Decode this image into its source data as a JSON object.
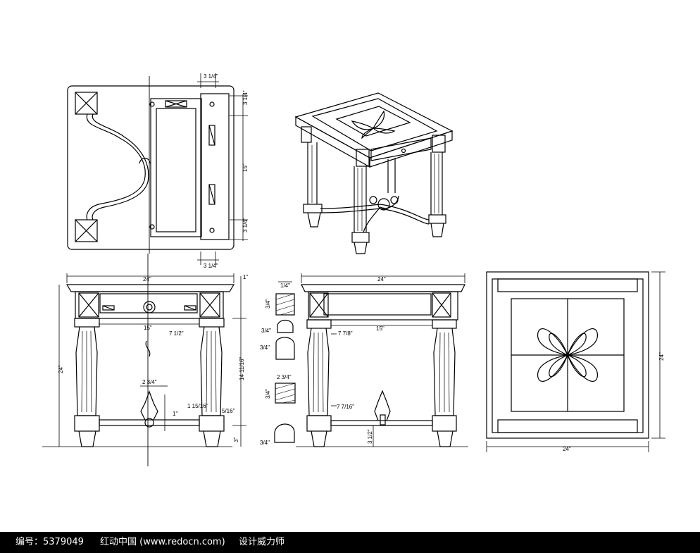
{
  "dimensions": {
    "top_view": [
      "3 1/4\"",
      "3 1/4\"",
      "15\"",
      "3 1/4\"",
      "3 1/4\""
    ],
    "front_view": [
      "24\"",
      "15\"",
      "7 1/2\"",
      "24\"",
      "14 11/16\"",
      "1 15/16\"",
      "5/16\"",
      "2 3/4\"",
      "3\"",
      "1\"",
      "1\""
    ],
    "side_view": [
      "24\"",
      "15\"",
      "7 7/8\"",
      "7 7/16\"",
      "3 1/2\""
    ],
    "profiles": [
      "1/4\"",
      "3/4\"",
      "3/4\"",
      "3/4\"",
      "2 3/4\"",
      "3/4\"",
      "3/4\""
    ],
    "plan_view": [
      "24\"",
      "24\""
    ]
  },
  "footer": {
    "id_text": "编号：5379049",
    "site_text": "红动中国 (www.redocn.com)",
    "designer_text": "设计威力师"
  }
}
